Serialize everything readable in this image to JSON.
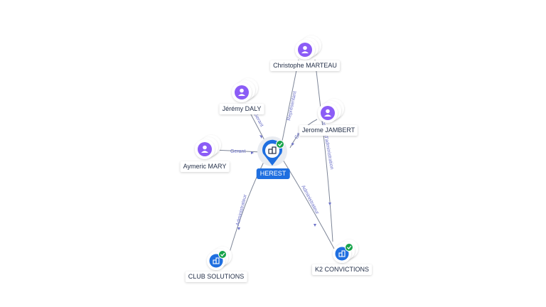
{
  "graph": {
    "center": {
      "label": "HEREST",
      "icon": "company-icon",
      "verified": true
    },
    "people": [
      {
        "id": "marteau",
        "label": "Christophe MARTEAU",
        "icon": "person-icon"
      },
      {
        "id": "daly",
        "label": "Jérémy DALY",
        "icon": "person-icon"
      },
      {
        "id": "jambert",
        "label": "Jerome JAMBERT",
        "icon": "person-icon"
      },
      {
        "id": "mary",
        "label": "Aymeric MARY",
        "icon": "person-icon"
      }
    ],
    "companies": [
      {
        "id": "club",
        "label": "CLUB SOLUTIONS",
        "icon": "company-icon",
        "verified": true
      },
      {
        "id": "k2",
        "label": "K2 CONVICTIONS",
        "icon": "company-icon",
        "verified": true
      }
    ],
    "edges": [
      {
        "id": "e1",
        "label": "Représentant"
      },
      {
        "id": "e2",
        "label": "Gerant"
      },
      {
        "id": "e3",
        "label": "Gerant"
      },
      {
        "id": "e4",
        "label": "Ge..."
      },
      {
        "id": "e5",
        "label": "...onseil d'administration"
      },
      {
        "id": "e6",
        "label": "Administrateur"
      },
      {
        "id": "e7",
        "label": "Administrateur"
      }
    ]
  },
  "colors": {
    "person_icon": "#8b5cf6",
    "company_icon": "#1f6fe0",
    "verified_badge": "#16a34a",
    "edge_label": "#6d72c9",
    "edge": "#7d8597"
  }
}
